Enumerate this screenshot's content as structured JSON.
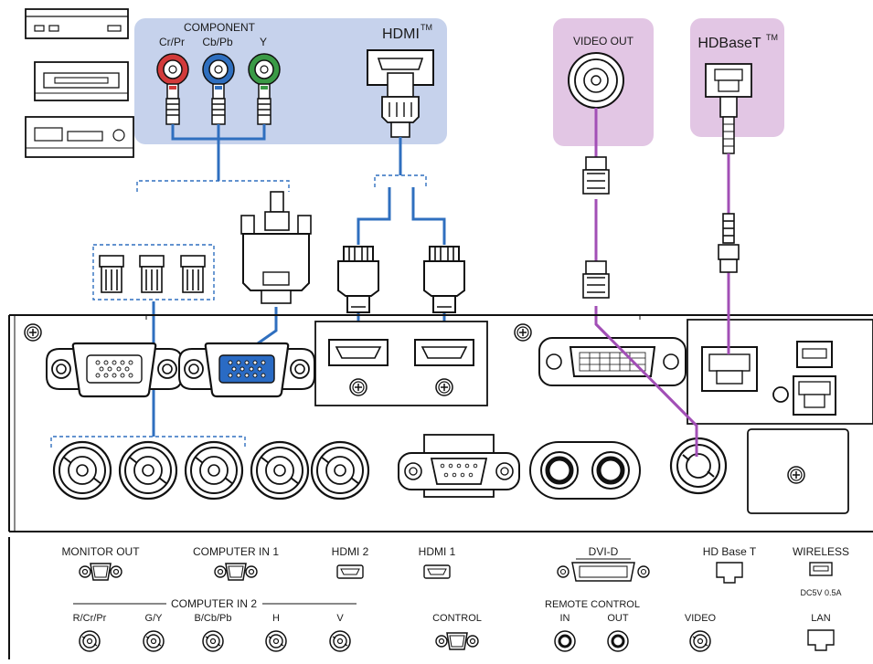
{
  "colors": {
    "panel_blue": "#c6d2ec",
    "panel_pink": "#e2c6e4",
    "wire_blue": "#2f6fbf",
    "wire_purple": "#a24fb6",
    "port_blue": "#2a6bc4",
    "rca_red": "#d23a3a",
    "rca_blue": "#2f6fbf",
    "rca_green": "#3a9a46"
  },
  "sources": {
    "component_title": "COMPONENT",
    "component_channels": [
      "Cr/Pr",
      "Cb/Pb",
      "Y"
    ],
    "hdmi_title": "HDMI",
    "hdmi_tm": "TM",
    "video_out_title": "VIDEO OUT",
    "hdbaset_title": "HDBaseT",
    "hdbaset_tm": "TM"
  },
  "panel_labels": {
    "monitor_out": "MONITOR OUT",
    "computer_in1": "COMPUTER IN 1",
    "hdmi2": "HDMI 2",
    "hdmi1": "HDMI 1",
    "dvi_d": "DVI-D",
    "hd_base_t": "HD Base T",
    "wireless": "WIRELESS",
    "wireless_power": "DC5V 0.5A",
    "computer_in2": "COMPUTER IN 2",
    "computer_in2_channels": [
      "R/Cr/Pr",
      "G/Y",
      "B/Cb/Pb",
      "H",
      "V"
    ],
    "control": "CONTROL",
    "remote_control": "REMOTE CONTROL",
    "remote_in": "IN",
    "remote_out": "OUT",
    "video": "VIDEO",
    "lan": "LAN"
  }
}
